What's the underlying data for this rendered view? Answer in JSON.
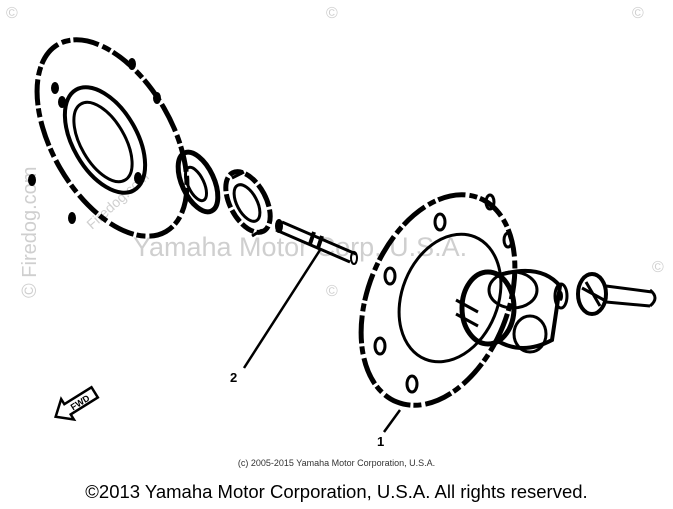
{
  "diagram": {
    "callouts": [
      {
        "label": "1"
      },
      {
        "label": "2"
      }
    ],
    "arrow_label": "FWD"
  },
  "watermarks": {
    "center_text": "Yamaha Motor Corp, U.S.A.",
    "side_text": "© Firedog.com",
    "diag_text": "Firedog.com",
    "corner_glyph": "©"
  },
  "footer": {
    "small_copyright": "(c) 2005-2015 Yamaha Motor Corporation, U.S.A.",
    "main_copyright": "©2013 Yamaha Motor Corporation, U.S.A. All rights reserved."
  },
  "colors": {
    "ink": "#000000",
    "watermark": "#cfcfcf"
  }
}
